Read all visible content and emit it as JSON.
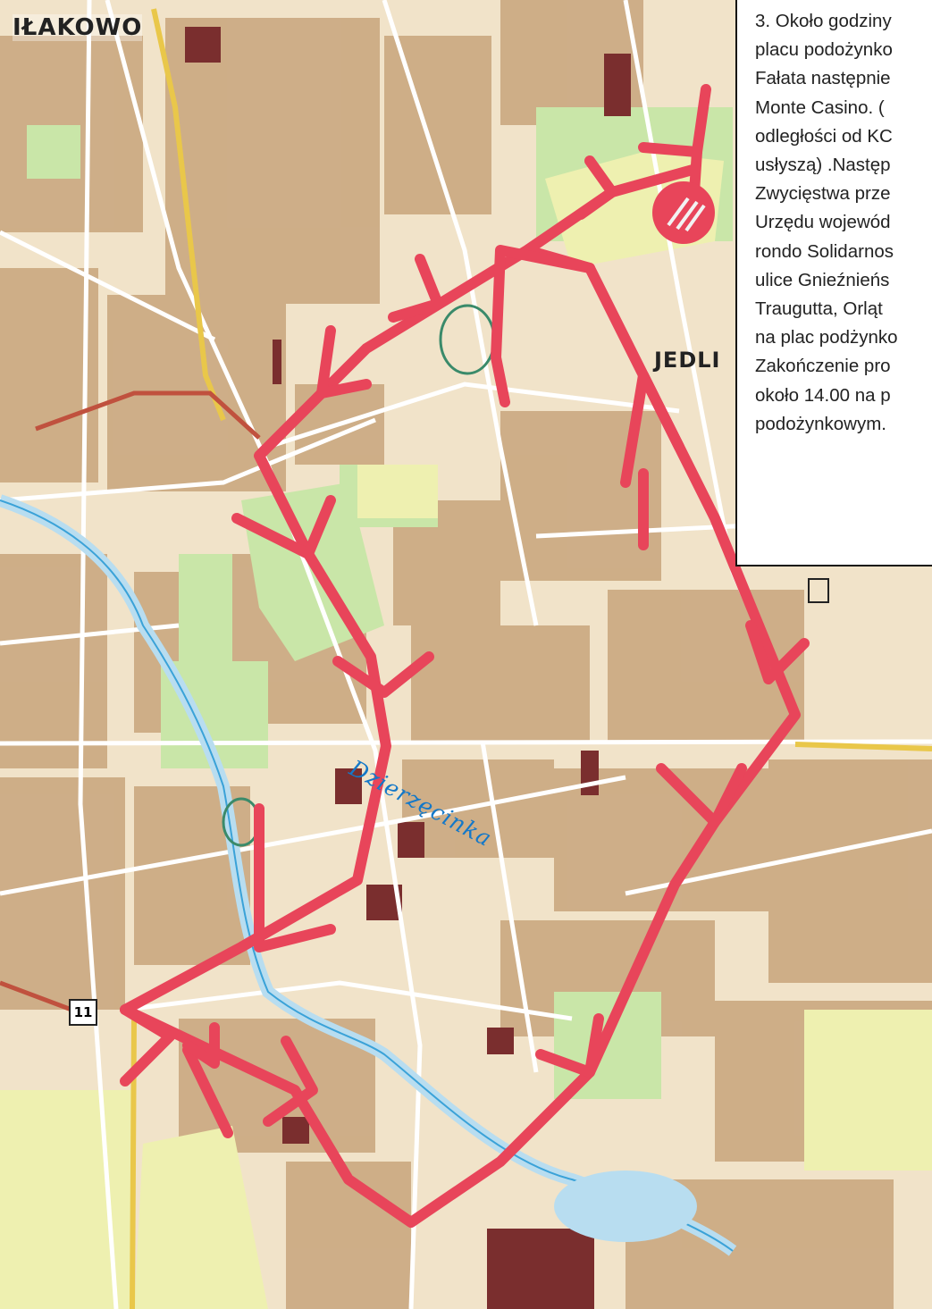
{
  "map": {
    "place_labels": [
      "IŁAKOWO",
      "JEDLI"
    ],
    "river_label": "Dzierzęcinka",
    "road_badge": "11"
  },
  "description": {
    "lines": [
      "3. Około godziny",
      "placu podożynko",
      "Fałata następnie",
      "Monte Casino.  (",
      "odległości  od KC",
      "usłyszą) .Następ",
      "Zwycięstwa prze",
      "Urzędu wojewód",
      "rondo Solidarnos",
      "ulice Gnieźnieńs",
      "Traugutta, Orląt",
      "na plac podżynko",
      "Zakończenie pro",
      "około 14.00 na p",
      "podożynkowym."
    ]
  },
  "colors": {
    "route": "#e8455a",
    "water": "#b8ddf0",
    "park": "#c9e6a8",
    "field": "#eef0b0",
    "block": "#c8a57c",
    "building": "#7a2e2e",
    "highway": "#e9c74a"
  }
}
